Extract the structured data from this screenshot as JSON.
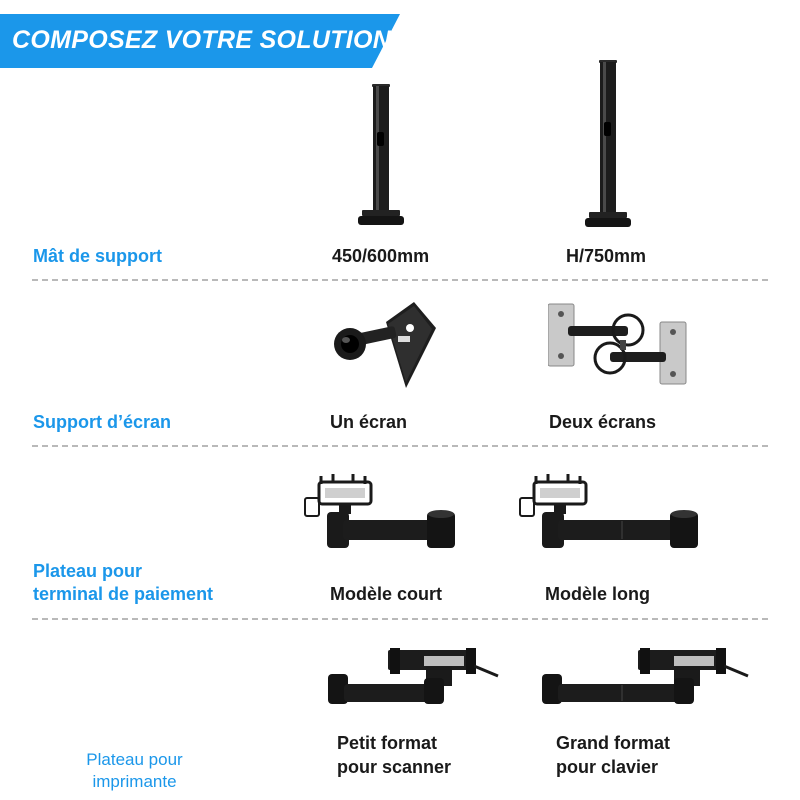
{
  "header": {
    "title": "COMPOSEZ VOTRE SOLUTION"
  },
  "colors": {
    "accent": "#1b97ea",
    "product": "#1c1c1c",
    "divider": "#b9b9b9"
  },
  "sections": [
    {
      "label": "Mât de support",
      "options": [
        "450/600mm",
        "H/750mm"
      ]
    },
    {
      "label": "Support d’écran",
      "options": [
        "Un écran",
        "Deux écrans"
      ]
    },
    {
      "label_lines": [
        "Plateau pour",
        "terminal de paiement"
      ],
      "options": [
        "Modèle court",
        "Modèle long"
      ]
    },
    {
      "label_lines": [
        "Plateau pour",
        "imprimante"
      ],
      "options": [
        [
          "Petit format",
          "pour scanner"
        ],
        [
          "Grand format",
          "pour clavier"
        ]
      ]
    }
  ]
}
